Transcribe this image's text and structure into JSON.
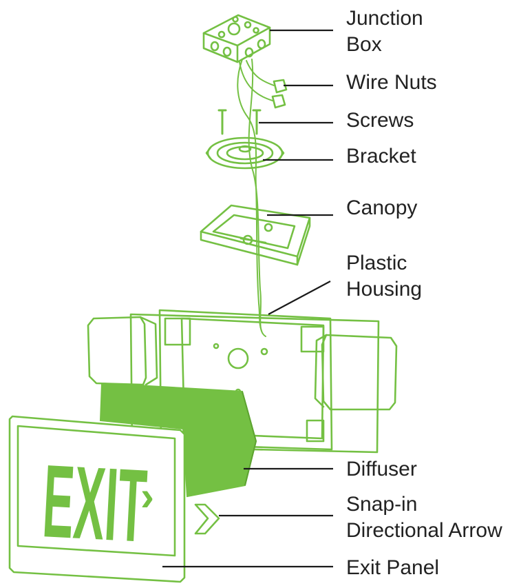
{
  "colors": {
    "accent": "#74c043",
    "line": "#1a1a1a",
    "text": "#222222",
    "background": "#ffffff"
  },
  "labels": {
    "junction_box": [
      "Junction",
      "Box"
    ],
    "wire_nuts": [
      "Wire Nuts"
    ],
    "screws": [
      "Screws"
    ],
    "bracket": [
      "Bracket"
    ],
    "canopy": [
      "Canopy"
    ],
    "plastic_housing": [
      "Plastic",
      "Housing"
    ],
    "diffuser": [
      "Diffuser"
    ],
    "snap_in_arrow": [
      "Snap-in",
      "Directional Arrow"
    ],
    "exit_panel": [
      "Exit Panel"
    ]
  },
  "panel": {
    "sign_text": "EXIT",
    "arrow_glyph": "›"
  },
  "icons": {
    "junction_box": "junction-box-icon",
    "wire_nuts": "wire-nut-icon",
    "screws": "screw-icon",
    "bracket": "bracket-icon",
    "canopy": "canopy-icon",
    "housing": "housing-icon",
    "lamp_heads": "lamp-head-icon",
    "diffuser": "diffuser-icon",
    "arrow": "chevron-right-icon",
    "exit_panel": "exit-panel-icon"
  }
}
